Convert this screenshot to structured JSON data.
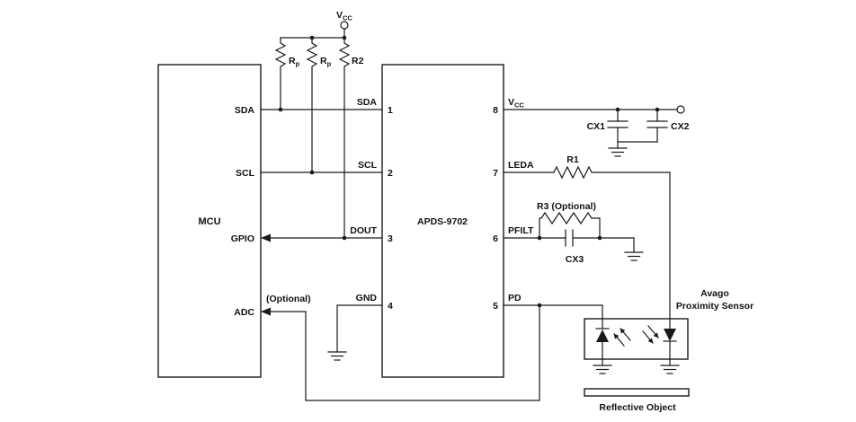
{
  "colors": {
    "ink": "#1a1a1a",
    "background": "#ffffff"
  },
  "mcu": {
    "title": "MCU",
    "pin_sda": "SDA",
    "pin_scl": "SCL",
    "pin_gpio": "GPIO",
    "pin_adc": "ADC",
    "adc_note": "(Optional)"
  },
  "ic": {
    "title": "APDS-9702",
    "pin1_name": "SDA",
    "pin1_num": "1",
    "pin2_name": "SCL",
    "pin2_num": "2",
    "pin3_name": "DOUT",
    "pin3_num": "3",
    "pin4_name": "GND",
    "pin4_num": "4",
    "pin5_name": "PD",
    "pin5_num": "5",
    "pin6_name": "PFILT",
    "pin6_num": "6",
    "pin7_name": "LEDA",
    "pin7_num": "7",
    "pin8_num": "8"
  },
  "power": {
    "vcc_main": "V",
    "vcc_sub": "CC"
  },
  "resistors": {
    "rp_main": "R",
    "rp_sub": "p",
    "r2": "R2",
    "r1": "R1",
    "r3_note": "R3 (Optional)"
  },
  "capacitors": {
    "cx1": "CX1",
    "cx2": "CX2",
    "cx3": "CX3"
  },
  "sensor": {
    "name_line1": "Avago",
    "name_line2": "Proximity Sensor"
  },
  "reflective_object": {
    "label": "Reflective Object"
  }
}
